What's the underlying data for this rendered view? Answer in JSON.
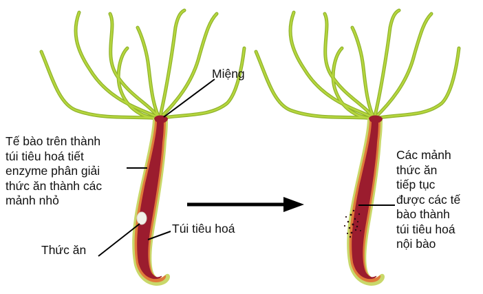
{
  "labels": {
    "mouth": "Miệng",
    "secreting_cells": "Tế bào trên thành\ntúi tiêu hoá tiết\nenzyme phân giải\nthức ăn thành các\nmảnh nhỏ",
    "food": "Thức ăn",
    "digestive_cavity": "Túi tiêu hoá",
    "fragments": "Các mảnh\nthức ăn\ntiếp tục\nđược các tế\nbào thành\ntúi tiêu hoá\nnội bào"
  },
  "colors": {
    "tentacle": "#b6d63e",
    "tentacle_edge": "#8eb22a",
    "body": "#9b1c2e",
    "body_rim": "#e07a3a",
    "body_outer": "#c9d86a",
    "food": "#f2f2ea",
    "fragments": "#2a0a10",
    "arrow": "#000000",
    "text": "#111111"
  }
}
